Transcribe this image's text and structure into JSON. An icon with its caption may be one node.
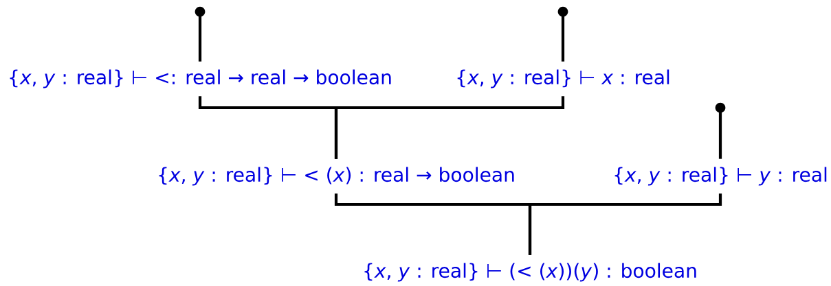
{
  "diagram": {
    "nodes": [
      {
        "text": [
          "{*x*, *y* : real} ⊢ <: real → real → boolean"
        ]
      },
      {
        "text": [
          "{*x*, *y* : real} ⊢ *x* : real"
        ]
      },
      {
        "text": [
          "{*x*, *y* : real} ⊢ < (*x*) : real → boolean"
        ]
      },
      {
        "text": [
          "{*x*, *y* : real} ⊢ *y* : real"
        ]
      },
      {
        "text": [
          "{*x*, *y* : real} ⊢ (< (*x*))(*y*) : boolean"
        ]
      }
    ],
    "edges": [
      {
        "from": null,
        "to": 0,
        "arrow": "other"
      },
      {
        "from": null,
        "to": 1,
        "arrow": "other"
      },
      {
        "from": null,
        "to": 3,
        "arrow": "other"
      },
      {
        "from": 0,
        "to": 2,
        "arrow": "none"
      },
      {
        "from": 1,
        "to": 2,
        "arrow": "none"
      },
      {
        "from": 2,
        "to": 4,
        "arrow": "none"
      },
      {
        "from": 3,
        "to": 4,
        "arrow": "none"
      }
    ]
  }
}
